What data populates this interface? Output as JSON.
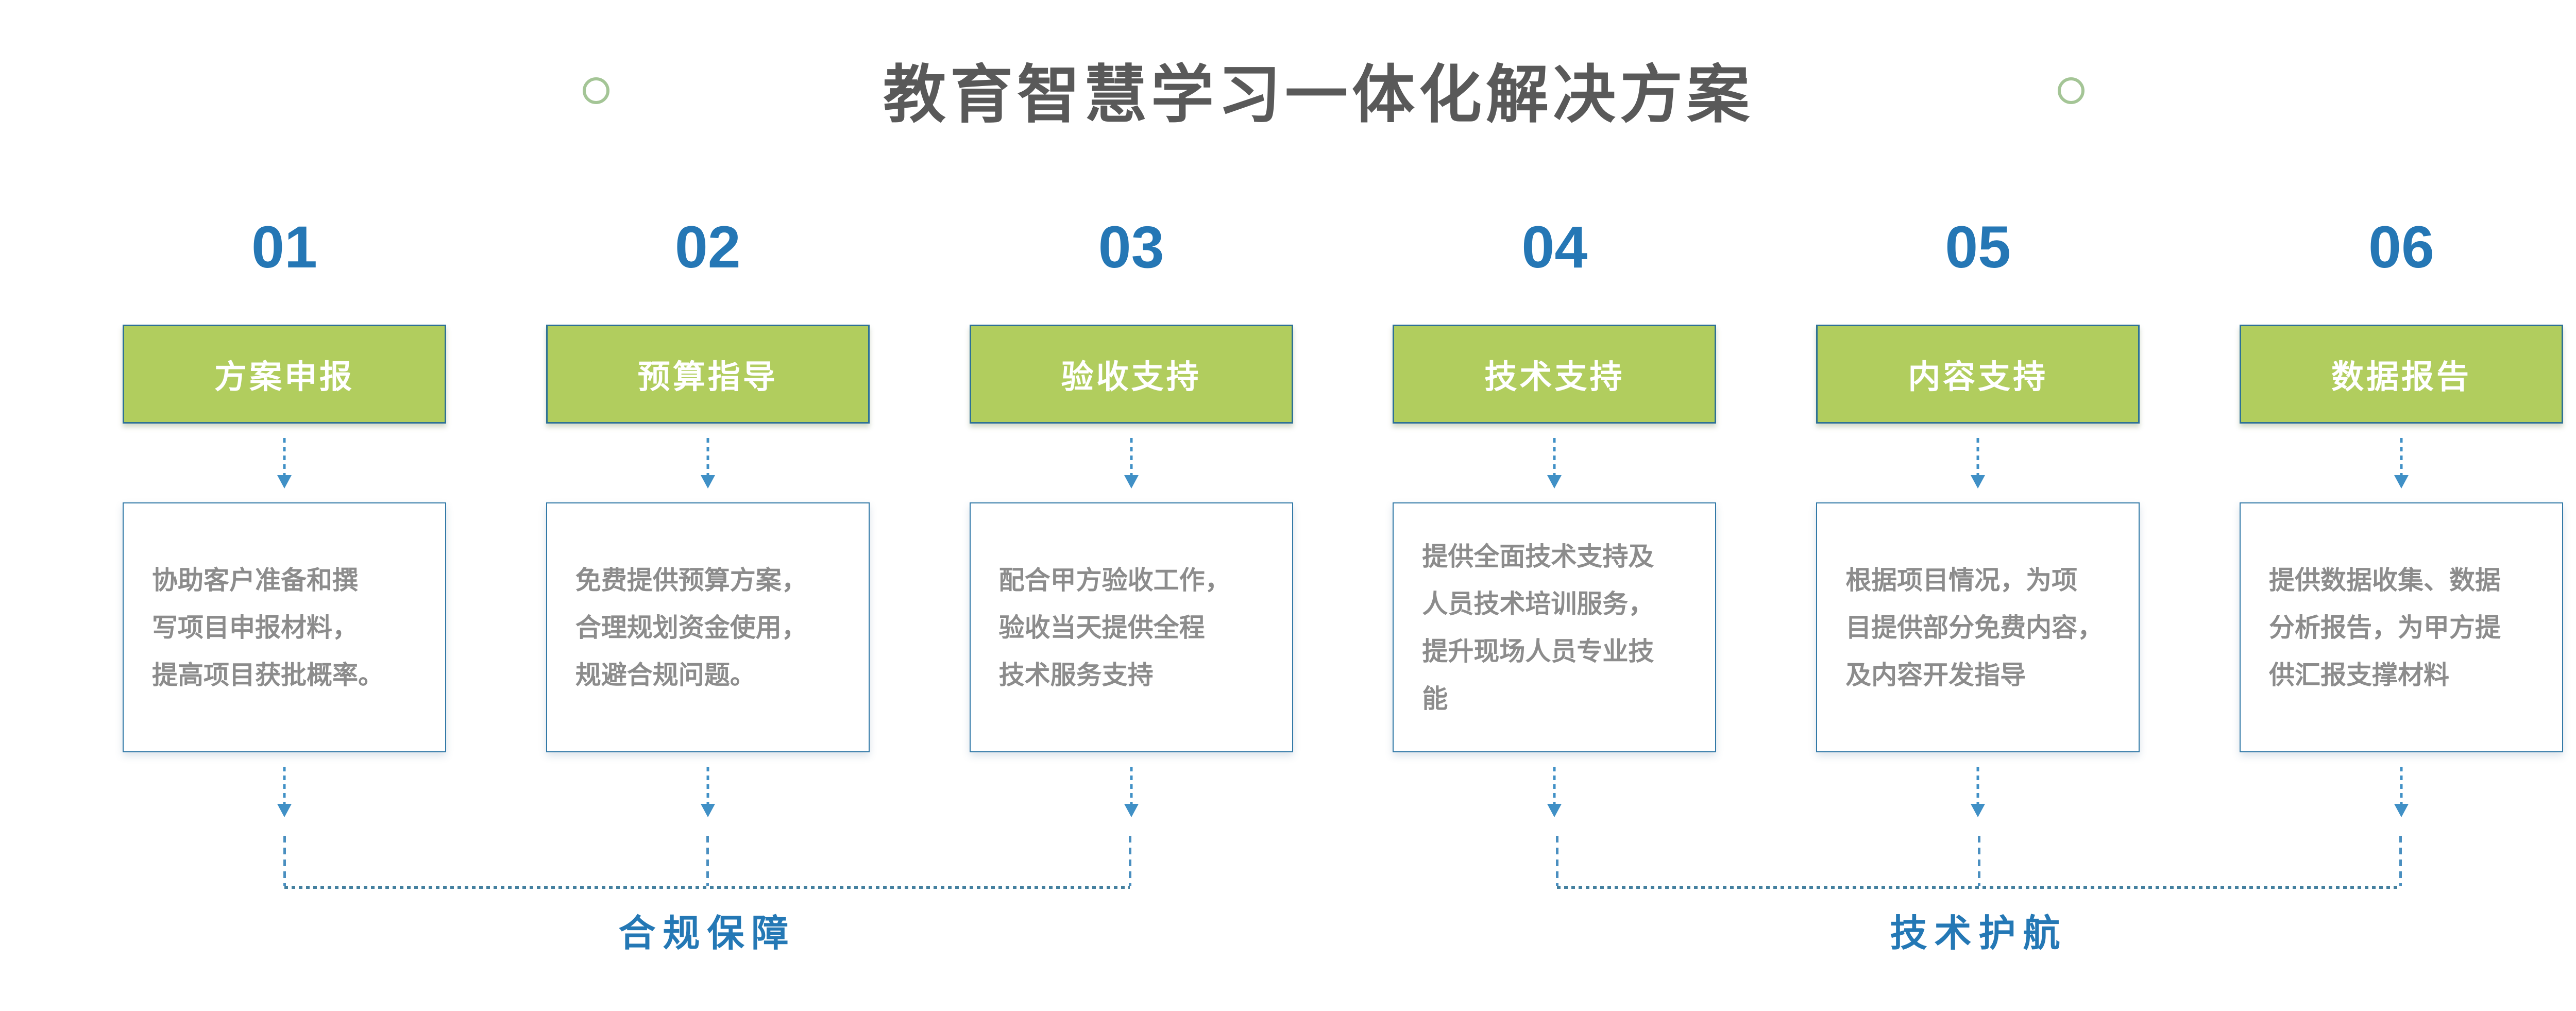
{
  "page": {
    "title": "教育智慧学习一体化解决方案"
  },
  "colors": {
    "accent_green": "#b1cd5e",
    "box_border_blue": "#2e7195",
    "desc_border_blue": "#3279a7",
    "number_blue": "#2577b5",
    "arrow_blue": "#4090c6",
    "group_label_blue": "#2478b5",
    "body_text_gray": "#8c8c8c",
    "title_gray": "#595959",
    "ornament_circle_green": "#a4c596"
  },
  "steps": [
    {
      "number": "01",
      "title": "方案申报",
      "description": "协助客户准备和撰\n写项目申报材料，\n提高项目获批概率。"
    },
    {
      "number": "02",
      "title": "预算指导",
      "description": "免费提供预算方案，\n合理规划资金使用，\n规避合规问题。"
    },
    {
      "number": "03",
      "title": "验收支持",
      "description": "配合甲方验收工作，\n验收当天提供全程\n技术服务支持"
    },
    {
      "number": "04",
      "title": "技术支持",
      "description": "提供全面技术支持及\n人员技术培训服务，\n提升现场人员专业技\n能"
    },
    {
      "number": "05",
      "title": "内容支持",
      "description": "根据项目情况，为项\n目提供部分免费内容，\n及内容开发指导"
    },
    {
      "number": "06",
      "title": "数据报告",
      "description": "提供数据收集、数据\n分析报告，为甲方提\n供汇报支撑材料"
    }
  ],
  "groups": [
    {
      "label": "合规保障"
    },
    {
      "label": "技术护航"
    }
  ]
}
